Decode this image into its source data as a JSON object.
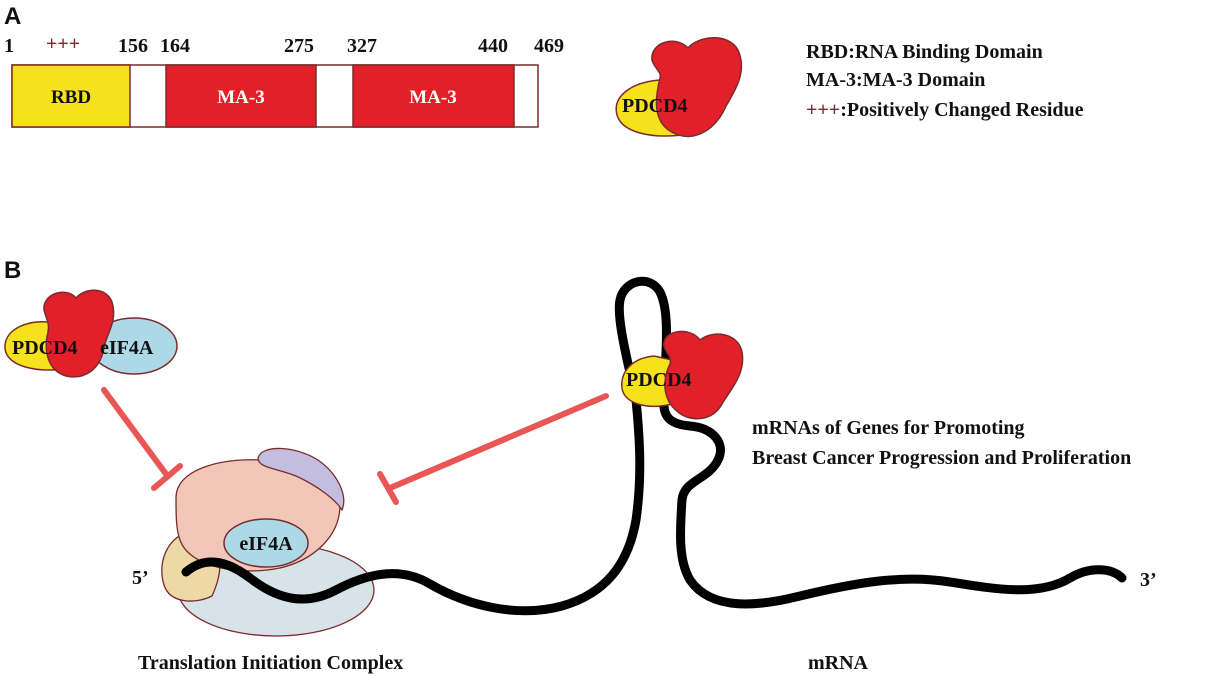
{
  "panel_a": {
    "letter": "A",
    "positions": [
      "1",
      "156",
      "164",
      "275",
      "327",
      "440",
      "469"
    ],
    "plus_marks": "+++",
    "domains": [
      {
        "label": "RBD",
        "color": "#f5e11c"
      },
      {
        "label": "MA-3",
        "color": "#e2202a"
      },
      {
        "label": "MA-3",
        "color": "#e2202a"
      }
    ],
    "protein_label": "PDCD4",
    "legend": [
      {
        "prefix": "",
        "text": "RBD:RNA Binding Domain"
      },
      {
        "prefix": "",
        "text": "MA-3:MA-3 Domain"
      },
      {
        "prefix": "+++",
        "text": ":Positively Changed Residue"
      }
    ]
  },
  "panel_b": {
    "letter": "B",
    "complex_labels": {
      "pdcd4": "PDCD4",
      "eif4a": "eIF4A"
    },
    "ribosome_eif4a": "eIF4A",
    "bound_pdcd4": "PDCD4",
    "mrna_note_line1": "mRNAs of Genes for Promoting",
    "mrna_note_line2": "Breast Cancer Progression and Proliferation",
    "five_prime": "5’",
    "three_prime": "3’",
    "caption_complex": "Translation Initiation Complex",
    "caption_mrna": "mRNA"
  },
  "colors": {
    "yellow": "#f5e11c",
    "red": "#e2202a",
    "light_blue": "#add8e6",
    "inhibit": "#e85656",
    "outline": "#7a2b2b"
  }
}
